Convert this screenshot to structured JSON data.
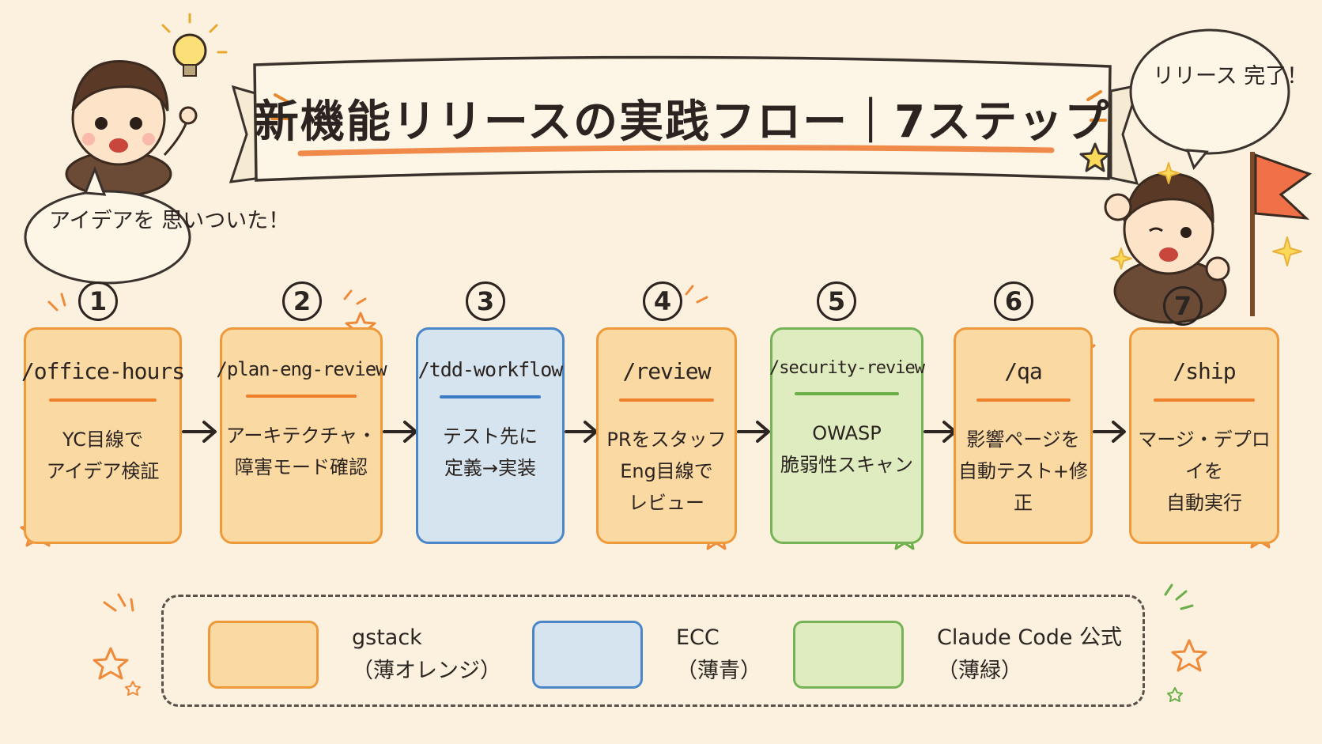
{
  "title": "新機能リリースの実践フロー｜7ステップ",
  "bubble_start": "アイデアを\n思いついた！",
  "bubble_end": "リリース\n完了！",
  "steps": [
    {
      "num": "1",
      "cmd": "/office-hours",
      "desc": "YC目線で\nアイデア検証",
      "color": "orange"
    },
    {
      "num": "2",
      "cmd": "/plan-eng-review",
      "desc": "アーキテクチャ・\n障害モード確認",
      "color": "orange"
    },
    {
      "num": "3",
      "cmd": "/tdd-workflow",
      "desc": "テスト先に\n定義→実装",
      "color": "blue"
    },
    {
      "num": "4",
      "cmd": "/review",
      "desc": "PRをスタッフ\nEng目線で\nレビュー",
      "color": "orange"
    },
    {
      "num": "5",
      "cmd": "/security-review",
      "desc": "OWASP\n脆弱性スキャン",
      "color": "green"
    },
    {
      "num": "6",
      "cmd": "/qa",
      "desc": "影響ページを\n自動テスト+修正",
      "color": "orange"
    },
    {
      "num": "7",
      "cmd": "/ship",
      "desc": "マージ・デプロイを\n自動実行",
      "color": "orange"
    }
  ],
  "legend": [
    {
      "label": "gstack\n（薄オレンジ）",
      "color": "orange"
    },
    {
      "label": "ECC\n（薄青）",
      "color": "blue"
    },
    {
      "label": "Claude Code 公式\n（薄緑）",
      "color": "green"
    }
  ],
  "colors": {
    "orange_fill": "#fbd9a3",
    "orange_border": "#ef9a3a",
    "blue_fill": "#d6e4f0",
    "blue_border": "#4a86c8",
    "green_fill": "#deecc0",
    "green_border": "#76b357"
  }
}
